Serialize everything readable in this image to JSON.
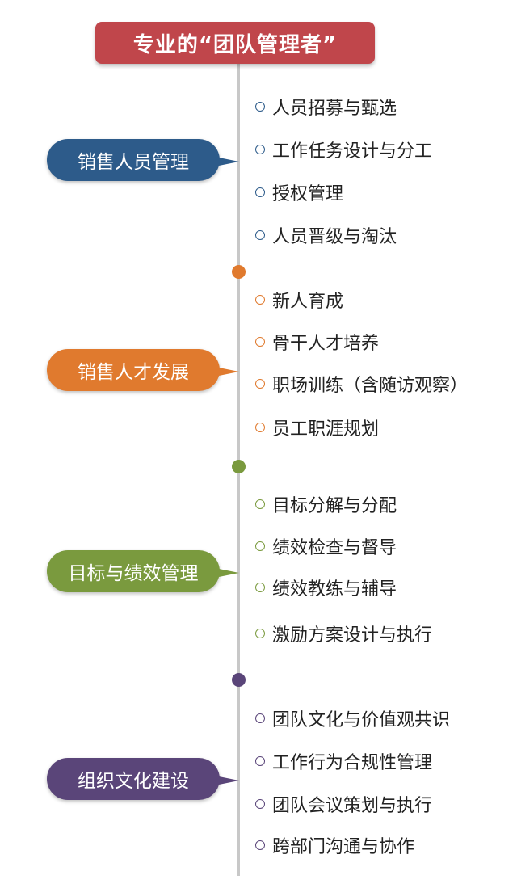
{
  "title": "专业的“团队管理者”",
  "colors": {
    "title": "#c0464b",
    "axis": "#c8c8c8"
  },
  "categories": [
    {
      "label": "销售人员管理",
      "color": "#2d5b8a",
      "items": [
        "人员招募与甄选",
        "工作任务设计与分工",
        "授权管理",
        "人员晋级与淘汰"
      ]
    },
    {
      "label": "销售人才发展",
      "color": "#e07a2e",
      "items": [
        "新人育成",
        "骨干人才培养",
        "职场训练（含随访观察）",
        "员工职涯规划"
      ]
    },
    {
      "label": "目标与绩效管理",
      "color": "#7a9a3e",
      "items": [
        "目标分解与分配",
        "绩效检查与督导",
        "绩效教练与辅导",
        "激励方案设计与执行"
      ]
    },
    {
      "label": "组织文化建设",
      "color": "#5a4579",
      "items": [
        "团队文化与价值观共识",
        "工作行为合规性管理",
        "团队会议策划与执行",
        "跨部门沟通与协作"
      ]
    }
  ]
}
